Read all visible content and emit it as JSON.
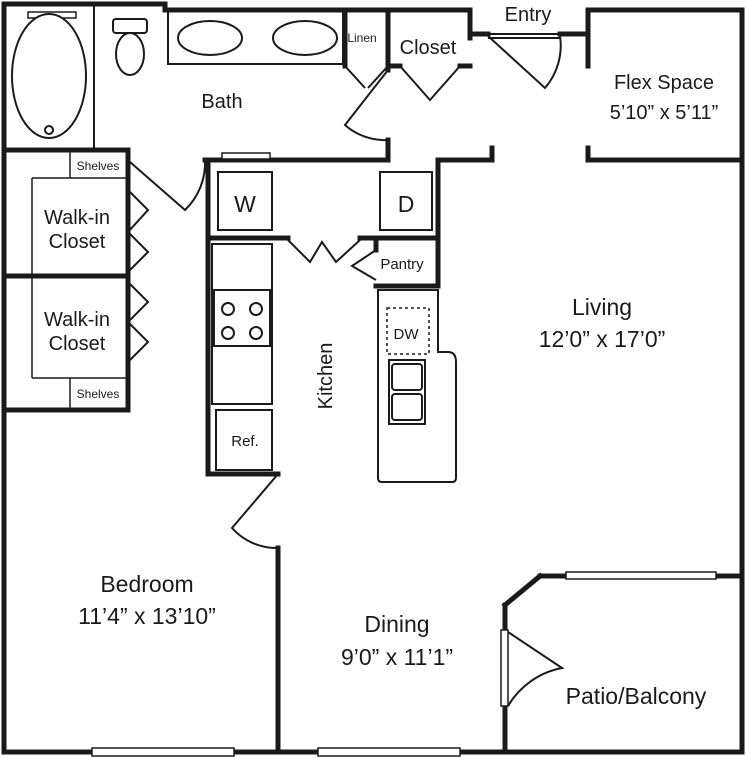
{
  "rooms": {
    "bath": "Bath",
    "linen": "Linen",
    "closet": "Closet",
    "entry": "Entry",
    "flex_name": "Flex Space",
    "flex_dims": "5’10” x 5’11”",
    "shelves_top": "Shelves",
    "shelves_bottom": "Shelves",
    "walkin1_l1": "Walk-in",
    "walkin1_l2": "Closet",
    "walkin2_l1": "Walk-in",
    "walkin2_l2": "Closet",
    "washer": "W",
    "dryer": "D",
    "pantry": "Pantry",
    "dishwasher": "DW",
    "kitchen": "Kitchen",
    "refrigerator": "Ref.",
    "living_name": "Living",
    "living_dims": "12’0” x 17’0”",
    "bedroom_name": "Bedroom",
    "bedroom_dims": "11’4” x 13’10”",
    "dining_name": "Dining",
    "dining_dims": "9’0” x 11’1”",
    "patio": "Patio/Balcony"
  }
}
